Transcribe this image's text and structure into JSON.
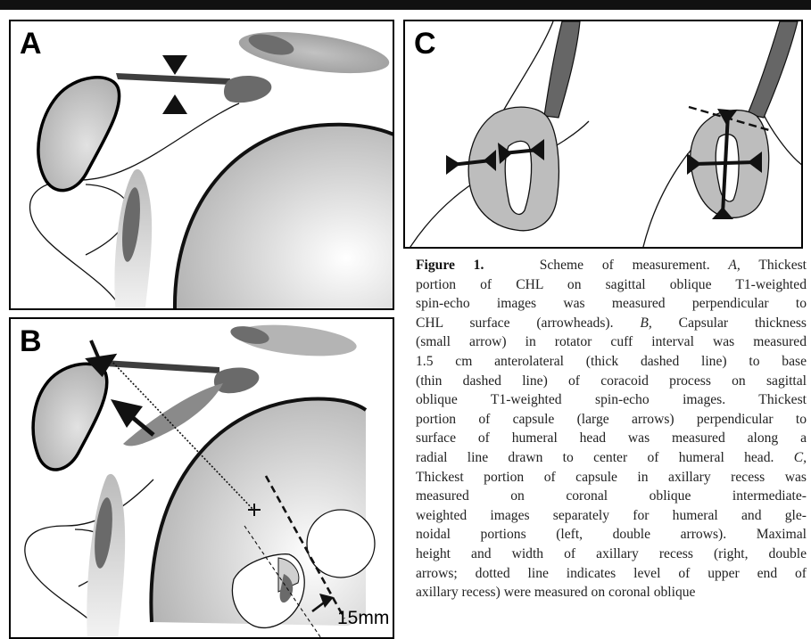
{
  "panels": {
    "a_label": "A",
    "b_label": "B",
    "c_label": "C",
    "b_measure_label": "15mm"
  },
  "caption": {
    "figure_label": "Figure 1.",
    "title": "Scheme of measurement.",
    "text": "Scheme of measurement. A, Thickest portion of CHL on sagittal oblique T1-weighted spin-echo images was measured perpendicular to CHL surface (arrowheads). B, Capsular thickness (small arrow) in rotator cuff interval was measured 1.5 cm anterolateral (thick dashed line) to base (thin dashed line) of coracoid process on sagittal oblique T1-weighted spin-echo images. Thickest portion of capsule (large arrows) perpendicular to surface of humeral head was measured along a radial line drawn to center of humeral head. C, Thickest portion of capsule in axillary recess was measured on coronal oblique intermediate-weighted images separately for humeral and glenoidal portions (left, double arrows). Maximal height and width of axillary recess (right, double arrows; dotted line indicates level of upper end of axillary recess) were measured on coronal oblique",
    "lines": [
      "portion of CHL on sagittal oblique T1-weighted",
      "spin-echo images was measured perpendicular to",
      "CHL surface (arrowheads). ",
      "(small arrow) in rotator cuff interval was measured",
      "1.5 cm anterolateral (thick dashed line) to base",
      "(thin dashed line) of coracoid process on sagittal",
      "oblique T1-weighted spin-echo images. Thickest",
      "portion of capsule (large arrows) perpendicular to",
      "surface of humeral head was measured along a",
      "radial line drawn to center of humeral head. ",
      "Thickest portion of capsule in axillary recess was",
      "measured on coronal oblique intermediate-",
      "weighted images separately for humeral and gle-",
      "noidal portions (left, double arrows). Maximal",
      "height and width of axillary recess (right, double",
      "arrows; dotted line indicates level of upper end of",
      "axillary recess) were measured on coronal oblique"
    ],
    "seg": {
      "line1_rest": "Scheme of measurement. ",
      "a_letter": "A,",
      "a_rest": " Thickest",
      "b_letter": "B,",
      "b_rest": " Capsular thickness",
      "c_letter": "C,"
    }
  }
}
